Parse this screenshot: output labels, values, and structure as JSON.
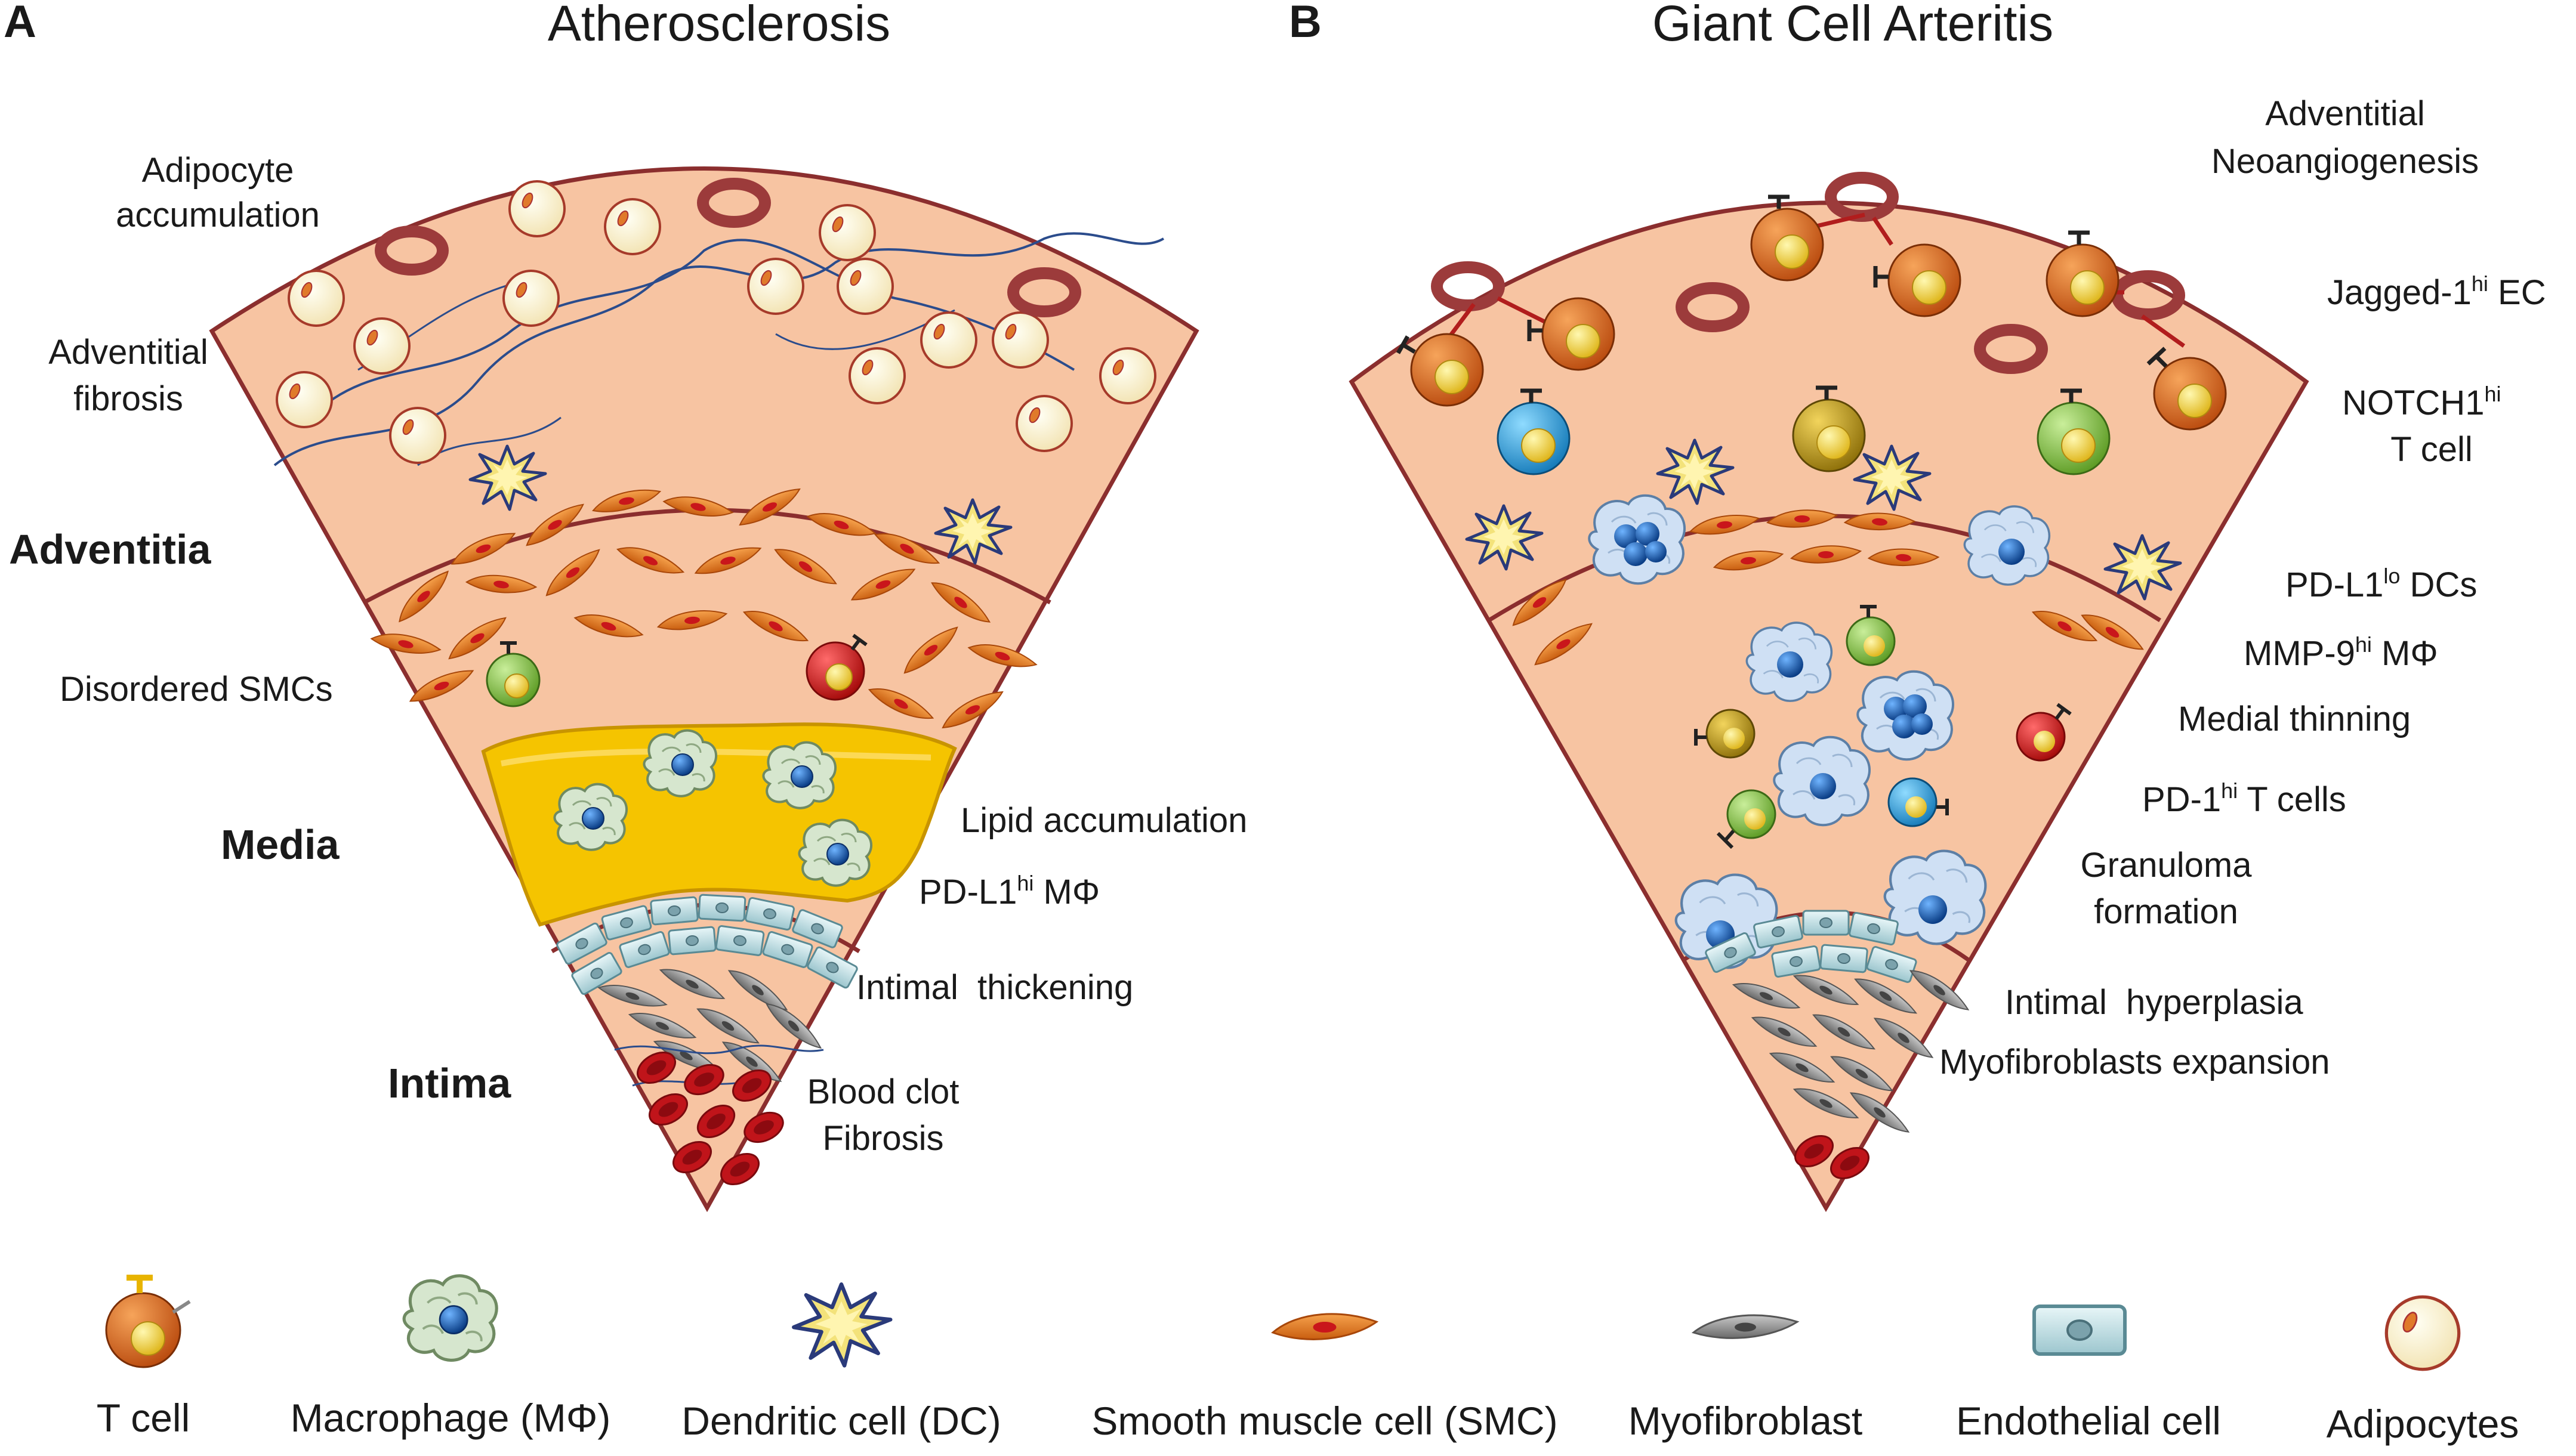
{
  "panels": {
    "a": {
      "letter": "A",
      "title": "Atherosclerosis",
      "layers": {
        "adventitia": "Adventitia",
        "media": "Media",
        "intima": "Intima"
      },
      "labels": {
        "adipocyte_accumulation": [
          "Adipocyte",
          "accumulation"
        ],
        "adventitial_fibrosis": [
          "Adventitial",
          "fibrosis"
        ],
        "disordered_smcs": "Disordered SMCs",
        "lipid_accumulation": "Lipid accumulation",
        "pdl1_hi_macrophage": {
          "pre": "PD-L1",
          "sup": "hi",
          "post": " MΦ"
        },
        "intimal_thickening": "Intimal  thickening",
        "blood_clot": "Blood clot",
        "fibrosis": "Fibrosis"
      }
    },
    "b": {
      "letter": "B",
      "title": "Giant Cell Arteritis",
      "labels": {
        "adventitial_neoangiogenesis": [
          "Adventitial",
          "Neoangiogenesis"
        ],
        "jagged1_ec": {
          "pre": "Jagged-1",
          "sup": "hi",
          "post": " EC"
        },
        "notch1_t_cell": {
          "pre": "NOTCH1",
          "sup": "hi",
          "line2": "T cell"
        },
        "pdl1_lo_dcs": {
          "pre": "PD-L1",
          "sup": "lo",
          "post": " DCs"
        },
        "mmp9_hi_macrophage": {
          "pre": "MMP-9",
          "sup": "hi",
          "post": " MΦ"
        },
        "medial_thinning": "Medial thinning",
        "pd1_hi_t_cells": {
          "pre": "PD-1",
          "sup": "hi",
          "post": " T cells"
        },
        "granuloma_formation": [
          "Granuloma",
          "formation"
        ],
        "intimal_hyperplasia": "Intimal  hyperplasia",
        "myofibroblasts_expansion": "Myofibroblasts expansion"
      }
    }
  },
  "legend": [
    {
      "icon": "t-cell-icon",
      "label": "T cell"
    },
    {
      "icon": "macrophage-icon",
      "label": "Macrophage (MΦ)"
    },
    {
      "icon": "dendritic-cell-icon",
      "label": "Dendritic cell (DC)"
    },
    {
      "icon": "smooth-muscle-cell-icon",
      "label": "Smooth muscle cell (SMC)"
    },
    {
      "icon": "myofibroblast-icon",
      "label": "Myofibroblast"
    },
    {
      "icon": "endothelial-cell-icon",
      "label": "Endothelial cell"
    },
    {
      "icon": "adipocyte-icon",
      "label": "Adipocytes"
    }
  ],
  "colors": {
    "tissue": "#F7C4A2",
    "tissue_edge": "#8B2E2E",
    "vessel": "#9C3B3B",
    "lipid": "#F5C000",
    "smc": "#E87722",
    "adipocyte": "#FFF6D8",
    "macrophage": "#CFE0F2",
    "nucleus": "#1F5FB0",
    "t_cell_orange": "#D9661E",
    "t_cell_green": "#86C24A",
    "t_cell_blue": "#2BA6DE",
    "t_cell_red": "#D81E1E",
    "t_cell_gold": "#C9A41A"
  }
}
